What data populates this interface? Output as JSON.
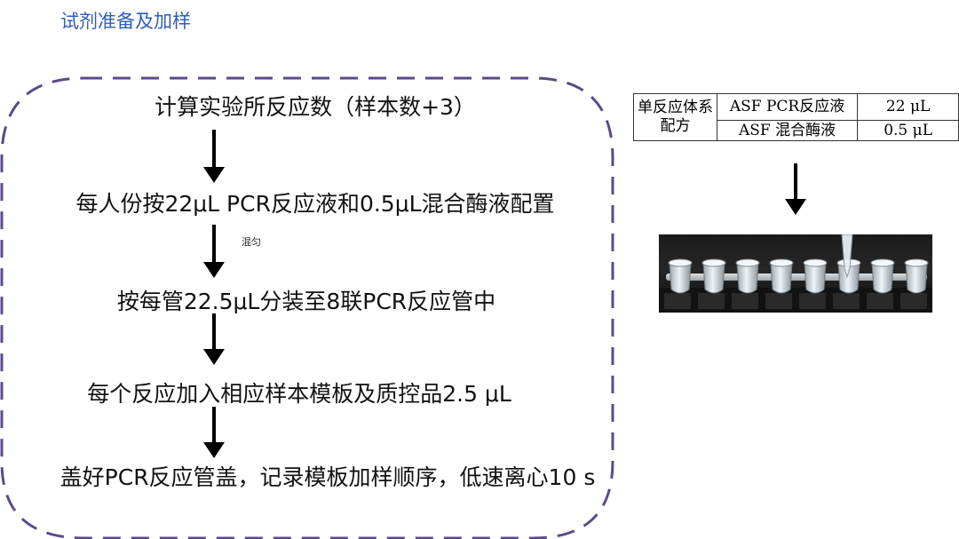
{
  "slide": {
    "title": "试剂准备及加样"
  },
  "flow": {
    "steps": [
      "计算实验所反应数（样本数+3）",
      "每人份按22μL PCR反应液和0.5μL混合酶液配置",
      "按每管22.5μL分装至8联PCR反应管中",
      "每个反应加入相应样本模板及质控品2.5 μL",
      "盖好PCR反应管盖，记录模板加样顺序，低速离心10 s"
    ],
    "mix_note": "混匀"
  },
  "reaction_table": {
    "header": "单反应体系配方",
    "rows": [
      {
        "component": "ASF PCR反应液",
        "volume": "22 μL"
      },
      {
        "component": "ASF 混合酶液",
        "volume": "0.5 μL"
      }
    ]
  },
  "photo": {
    "subject": "pcr-8-strip-tubes",
    "tube_count": 8
  },
  "colors": {
    "title": "#2f5db8",
    "border_dashes": "#5b4a8a",
    "text": "#111111"
  }
}
